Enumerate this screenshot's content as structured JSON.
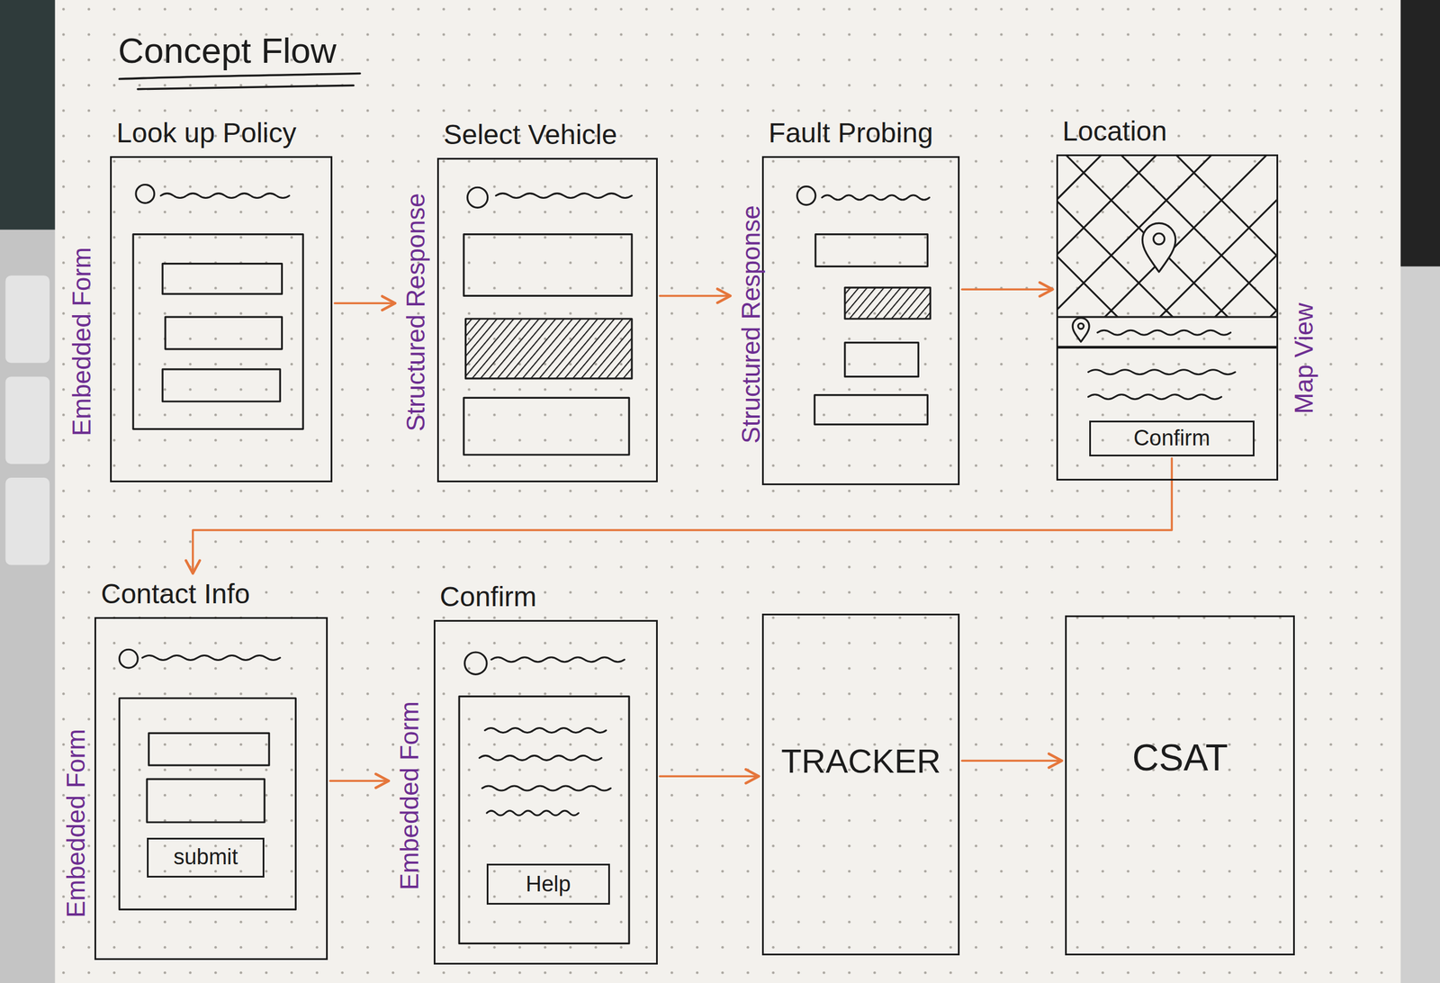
{
  "diagram": {
    "title": "Concept Flow",
    "nodes": [
      {
        "text": [
          "Look up Policy"
        ]
      },
      {
        "text": [
          "Select Vehicle"
        ]
      },
      {
        "text": [
          "Fault Probing"
        ]
      },
      {
        "text": [
          "Location"
        ]
      },
      {
        "text": [
          "Confirm"
        ],
        "in": 3
      },
      {
        "text": [
          "Contact Info"
        ]
      },
      {
        "text": [
          "submit"
        ],
        "in": 5
      },
      {
        "text": [
          "Confirm"
        ]
      },
      {
        "text": [
          "Help"
        ],
        "in": 7
      },
      {
        "text": [
          "TRACKER"
        ]
      },
      {
        "text": [
          "CSAT"
        ]
      }
    ],
    "edges": [
      {
        "from": 0,
        "to": 1,
        "arrow": "to"
      },
      {
        "from": 1,
        "to": 2,
        "arrow": "to"
      },
      {
        "from": 2,
        "to": 3,
        "arrow": "to"
      },
      {
        "from": 4,
        "to": 5,
        "arrow": "to"
      },
      {
        "from": 5,
        "to": 7,
        "arrow": "to"
      },
      {
        "from": 7,
        "to": 9,
        "arrow": "to"
      },
      {
        "from": 9,
        "to": 10,
        "arrow": "to"
      }
    ],
    "labels": [
      "Embedded Form",
      "Structured Response",
      "Structured Response",
      "Map View",
      "Embedded Form",
      "Embedded Form"
    ]
  }
}
